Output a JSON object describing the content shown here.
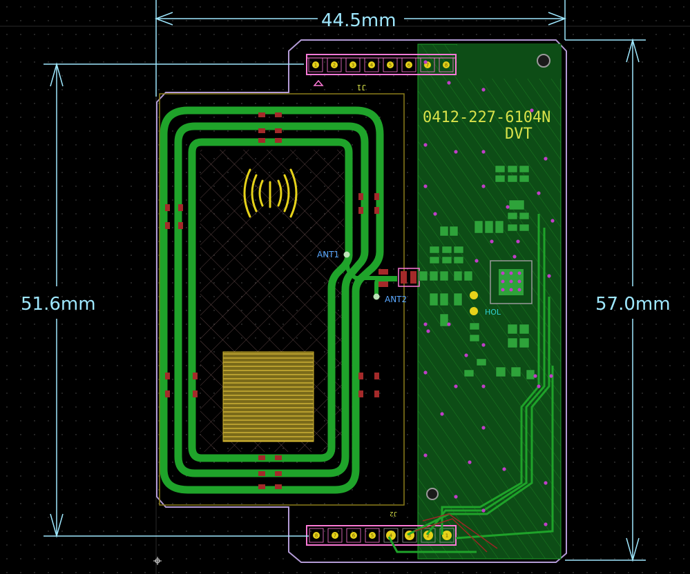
{
  "colors": {
    "background": "#000000",
    "dimension": "#9fe8ff",
    "outline": "#b39bd6",
    "copper_fill": "#0d4d16",
    "copper_trace": "#1fa32a",
    "silkscreen": "#d9e24a",
    "via": "#c03ec8",
    "pad": "#e6d21a",
    "connector_outline": "#ff7ad8",
    "net_label": "#5aa8ff"
  },
  "dimensions": {
    "top_width": "44.5mm",
    "left_height": "51.6mm",
    "right_height": "57.0mm"
  },
  "board": {
    "part_number": "0412-227-6104N",
    "revision": "DVT",
    "antenna_labels": [
      "ANT1",
      "ANT2"
    ],
    "hole_label": "HOL",
    "top_connector_ref": "J1",
    "bottom_connector_ref": "J2",
    "top_connector_pins": [
      "1",
      "2",
      "3",
      "4",
      "5",
      "6",
      "7",
      "8"
    ],
    "bottom_connector_pins": [
      "8",
      "7",
      "6",
      "5",
      "4",
      "3",
      "2",
      "1"
    ]
  },
  "icons": {
    "nfc": "nfc-wave-icon",
    "cursor": "crosshair-cursor-icon"
  }
}
